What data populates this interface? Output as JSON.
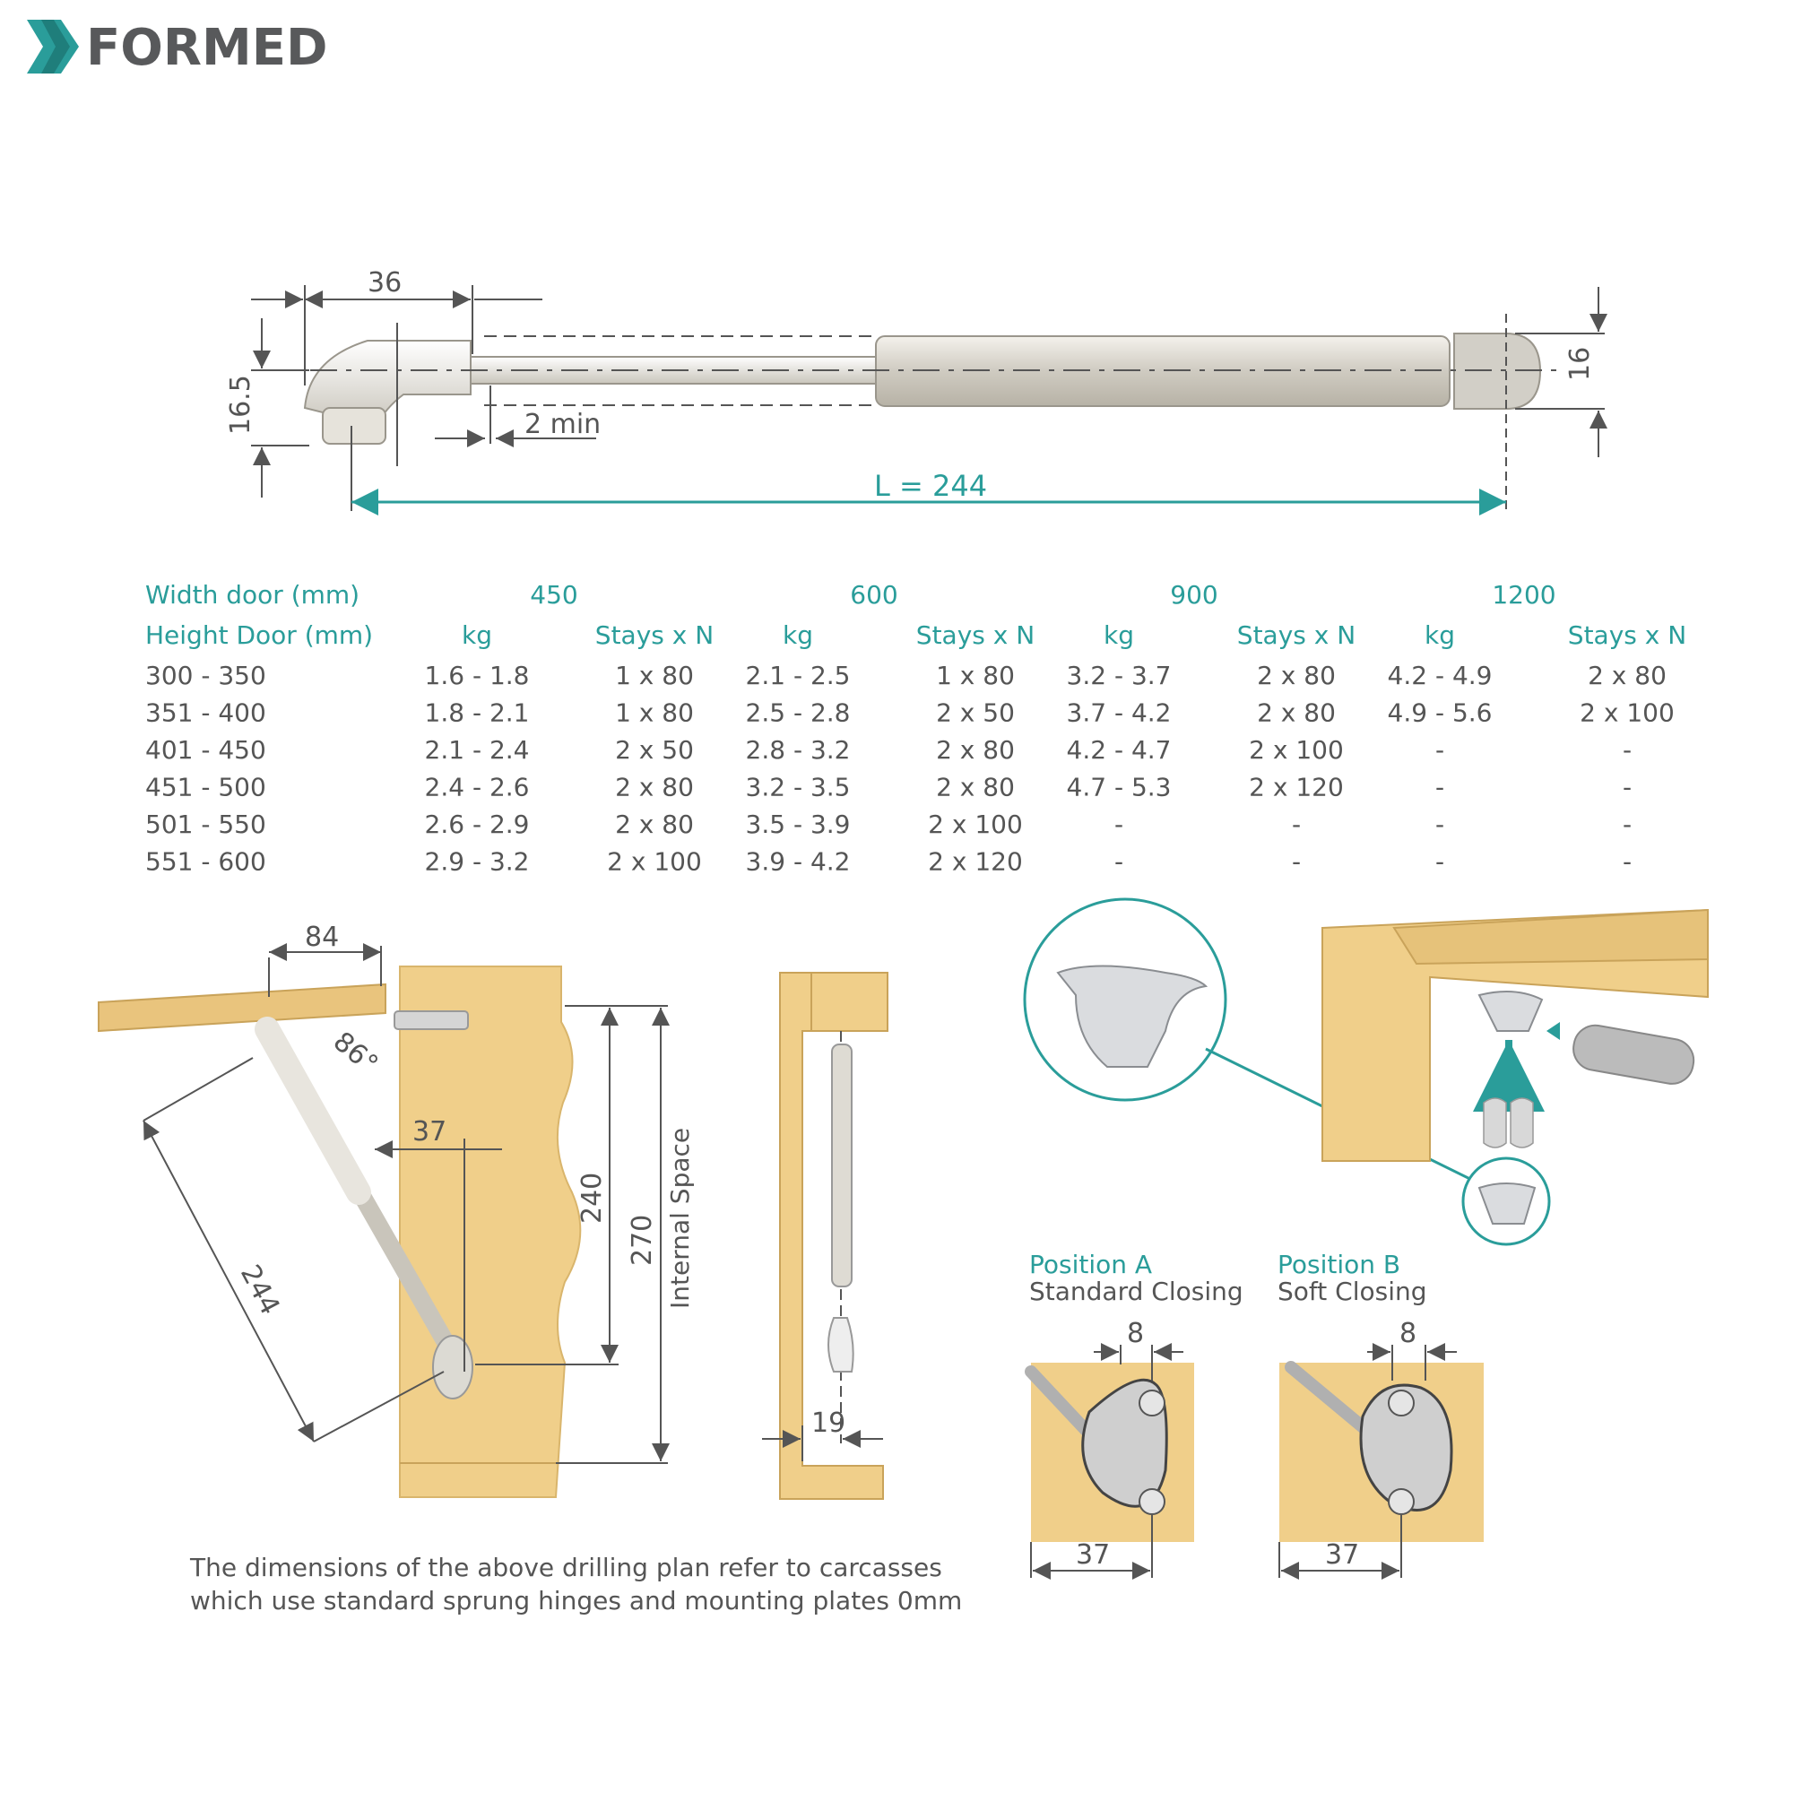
{
  "brand": {
    "name": "FORMED",
    "color": "#2a9d9a"
  },
  "strut_drawing": {
    "dim_top": "36",
    "dim_left": "16.5",
    "dim_gap": "2 min",
    "dim_right": "16",
    "dim_length": "L = 244"
  },
  "table": {
    "width_label": "Width door (mm)",
    "height_label": "Height Door (mm)",
    "widths": [
      "450",
      "600",
      "900",
      "1200"
    ],
    "col_kg": "kg",
    "col_stays": "Stays x N",
    "rows": [
      {
        "height": "300 - 350",
        "cells": [
          "1.6 - 1.8",
          "1 x 80",
          "2.1 - 2.5",
          "1 x 80",
          "3.2 - 3.7",
          "2 x 80",
          "4.2 - 4.9",
          "2 x 80"
        ]
      },
      {
        "height": "351 - 400",
        "cells": [
          "1.8 - 2.1",
          "1 x 80",
          "2.5 - 2.8",
          "2 x 50",
          "3.7 - 4.2",
          "2 x 80",
          "4.9 - 5.6",
          "2 x 100"
        ]
      },
      {
        "height": "401 - 450",
        "cells": [
          "2.1 - 2.4",
          "2 x 50",
          "2.8 - 3.2",
          "2 x 80",
          "4.2 - 4.7",
          "2 x 100",
          "-",
          "-"
        ]
      },
      {
        "height": "451 - 500",
        "cells": [
          "2.4 - 2.6",
          "2 x 80",
          "3.2 - 3.5",
          "2 x 80",
          "4.7 - 5.3",
          "2 x 120",
          "-",
          "-"
        ]
      },
      {
        "height": "501 - 550",
        "cells": [
          "2.6 - 2.9",
          "2 x 80",
          "3.5 - 3.9",
          "2 x 100",
          "-",
          "-",
          "-",
          "-"
        ]
      },
      {
        "height": "551 - 600",
        "cells": [
          "2.9 - 3.2",
          "2 x 100",
          "3.9 - 4.2",
          "2 x 120",
          "-",
          "-",
          "-",
          "-"
        ]
      }
    ]
  },
  "install_drawing": {
    "dim_84": "84",
    "dim_86": "86°",
    "dim_37": "37",
    "dim_244": "244",
    "dim_240": "240",
    "dim_270": "270",
    "internal_space": "Internal Space",
    "dim_19": "19"
  },
  "positions": {
    "a_title": "Position A",
    "a_sub": "Standard Closing",
    "b_title": "Position B",
    "b_sub": "Soft Closing",
    "dim_8": "8",
    "dim_37": "37"
  },
  "note": {
    "line1": "The dimensions of the above drilling plan refer to carcasses",
    "line2": "which use standard sprung hinges and mounting plates 0mm"
  }
}
